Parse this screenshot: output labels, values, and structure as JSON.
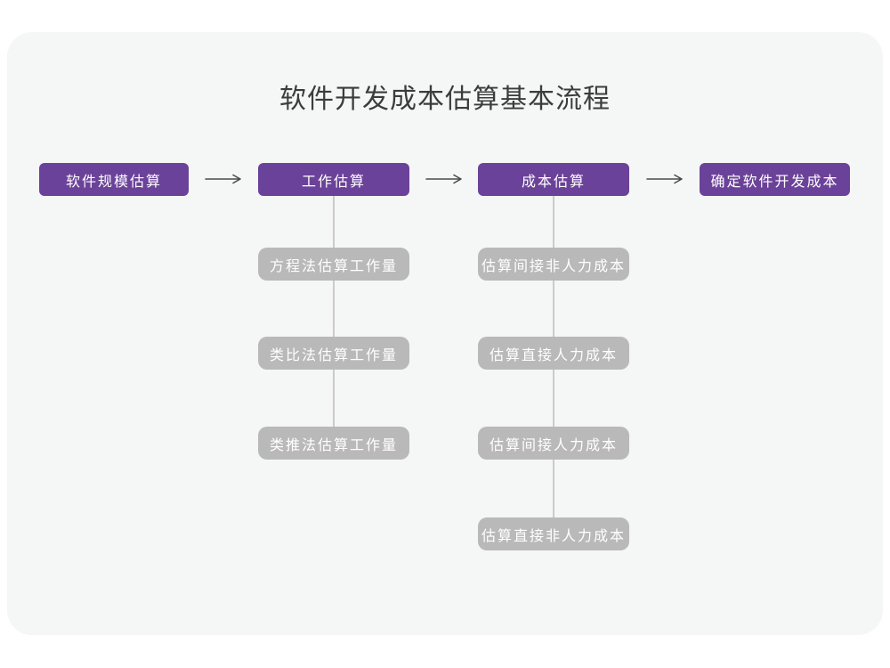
{
  "page": {
    "title": "软件开发成本估算基本流程"
  },
  "colors": {
    "accent_purple": "#6b4299",
    "sub_node_gray": "#b9b9b9",
    "connector_line": "#cbcbcb",
    "arrow": "#4a4a4a",
    "canvas_background": "#f5f6f6",
    "title_text": "#3c3c3c",
    "node_text": "#ffffff"
  },
  "flow": {
    "steps": [
      {
        "label": "软件规模估算"
      },
      {
        "label": "工作估算"
      },
      {
        "label": "成本估算"
      },
      {
        "label": "确定软件开发成本"
      }
    ],
    "arrow_icon": "right-arrow"
  },
  "sub_columns": {
    "work_estimation_methods": {
      "parent": "工作估算",
      "items": [
        {
          "label": "方程法估算工作量"
        },
        {
          "label": "类比法估算工作量"
        },
        {
          "label": "类推法估算工作量"
        }
      ]
    },
    "cost_estimation_steps": {
      "parent": "成本估算",
      "items": [
        {
          "label": "估算间接非人力成本"
        },
        {
          "label": "估算直接人力成本"
        },
        {
          "label": "估算间接人力成本"
        },
        {
          "label": "估算直接非人力成本"
        }
      ]
    }
  }
}
